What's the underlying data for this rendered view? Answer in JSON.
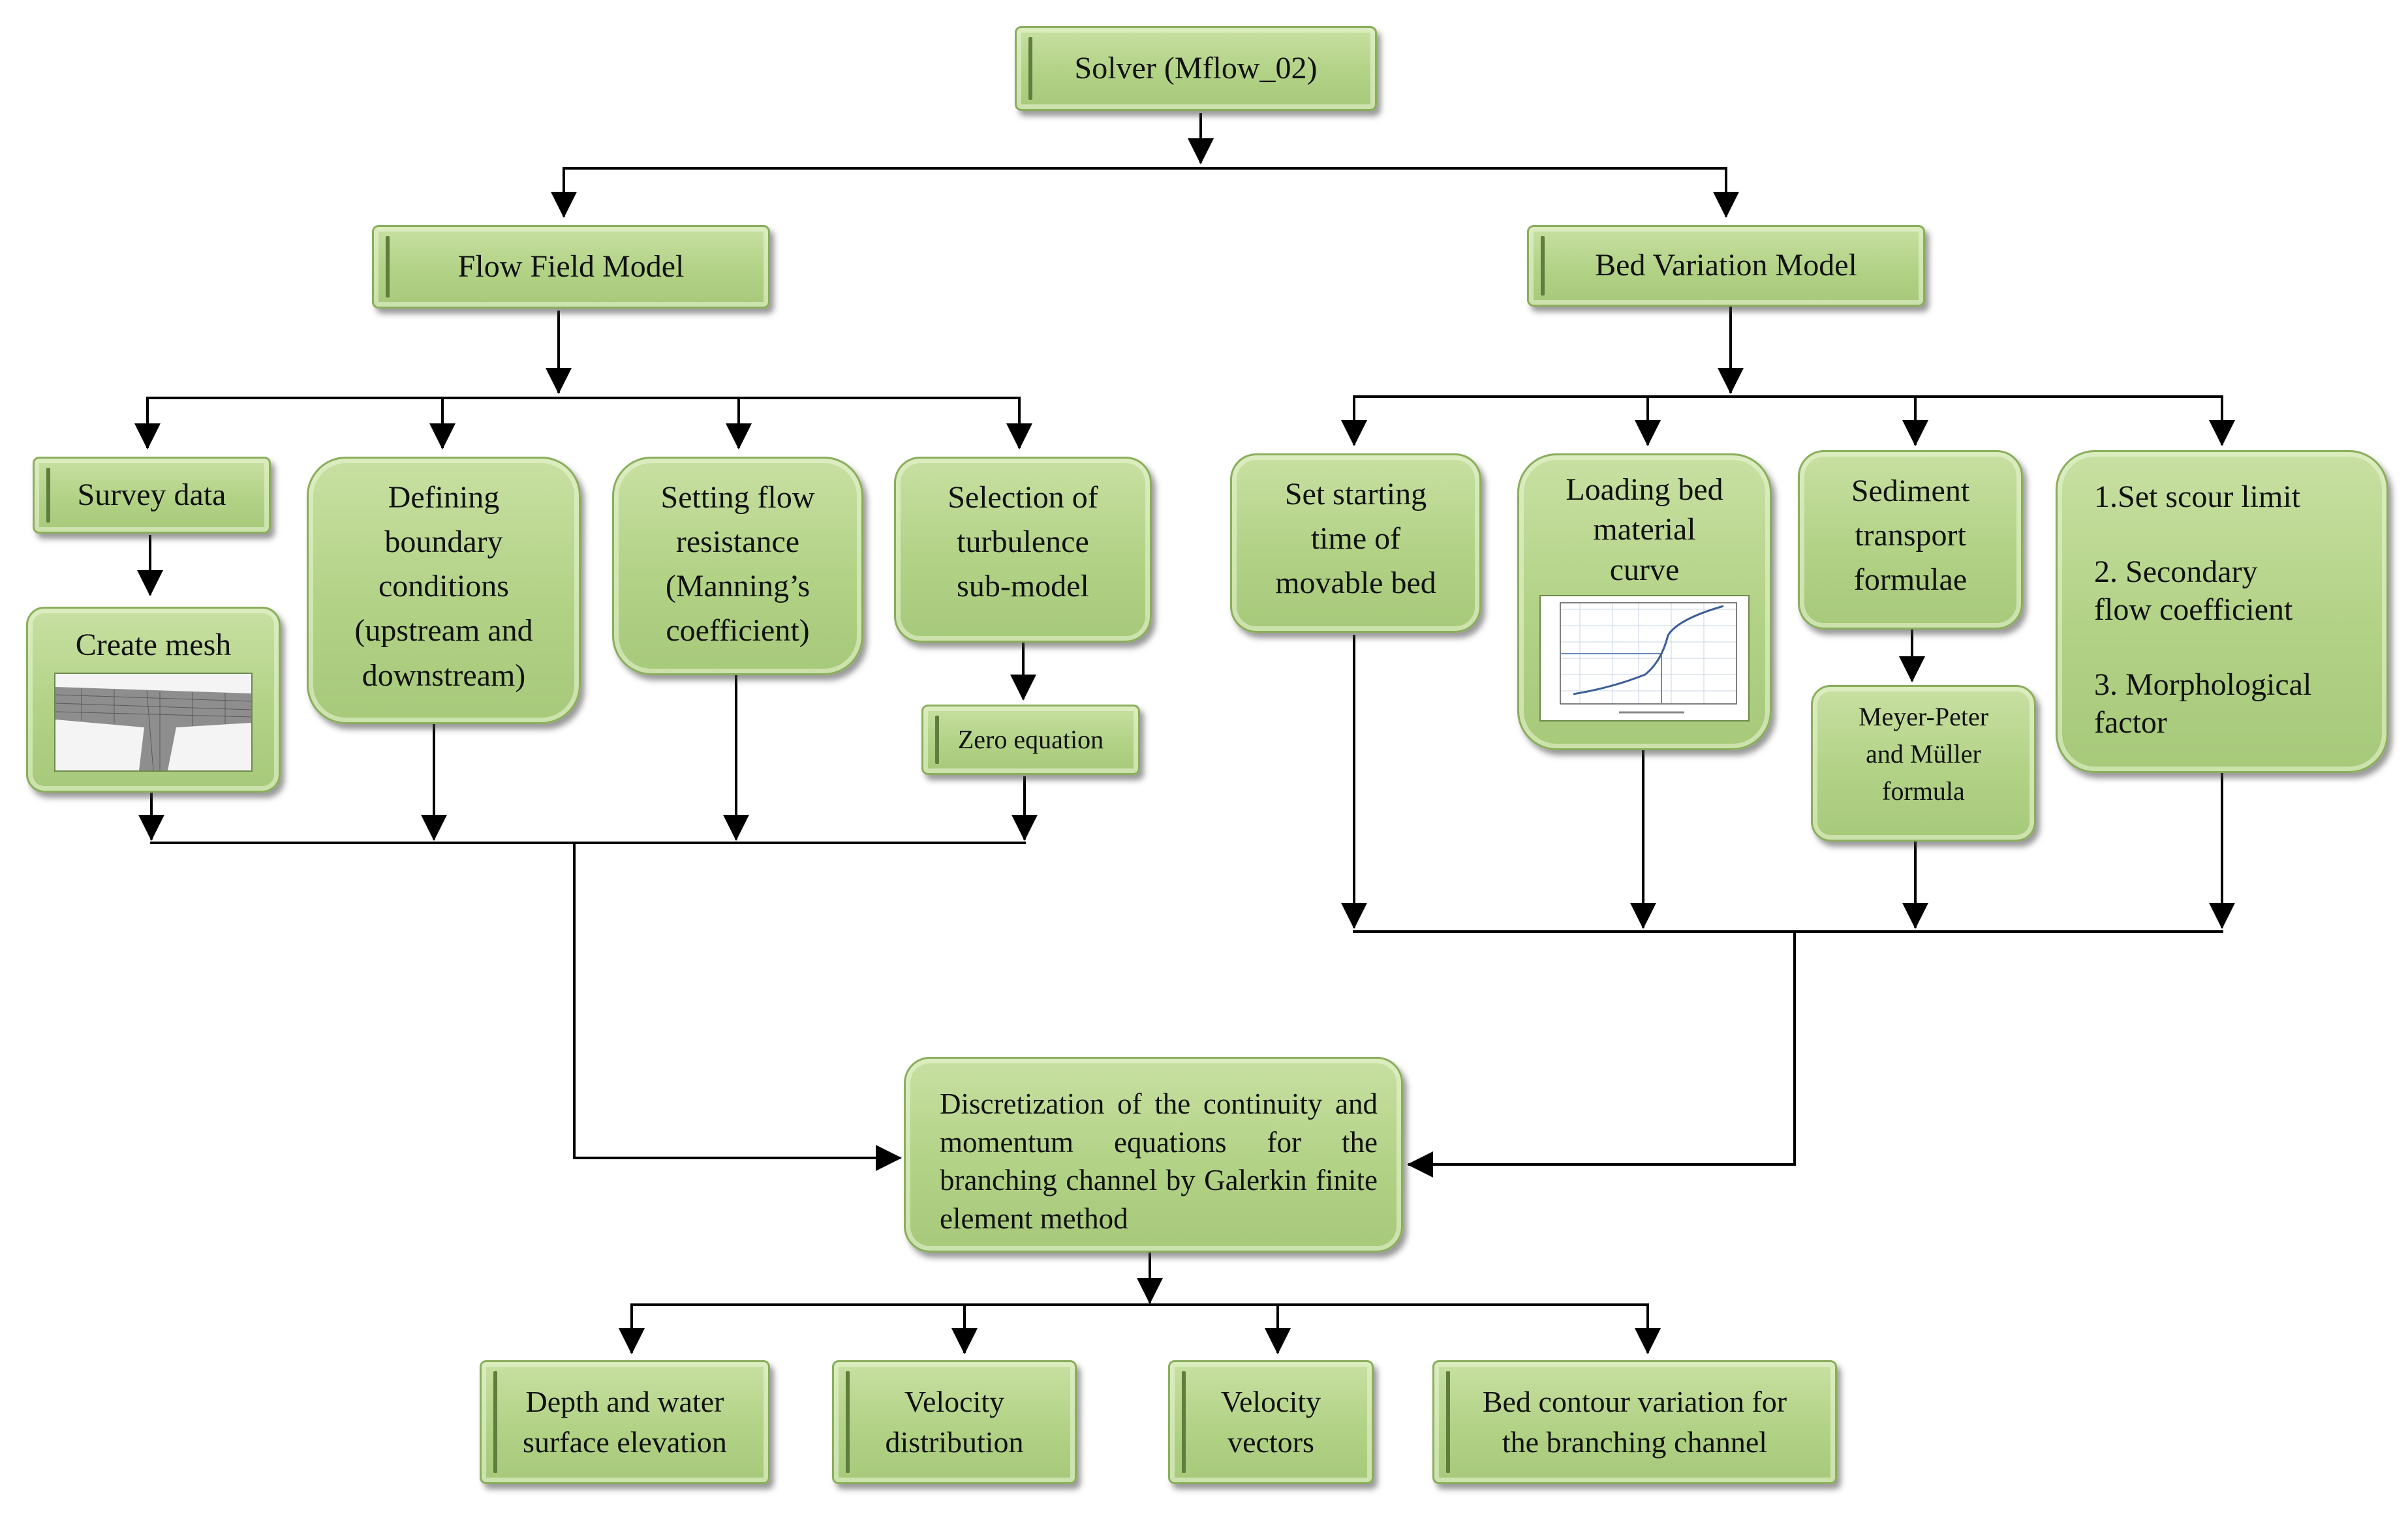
{
  "solver": {
    "label": "Solver (Mflow_02)"
  },
  "flow_model": {
    "title": "Flow Field Model",
    "items": [
      {
        "label": "Survey data"
      },
      {
        "label": "Defining\nboundary\nconditions\n(upstream and\ndownstream)"
      },
      {
        "label": "Setting flow\nresistance\n(Manning’s\ncoefficient)"
      },
      {
        "label": "Selection of\nturbulence\nsub-model"
      }
    ],
    "create_mesh": "Create mesh",
    "zero_equation": "Zero equation"
  },
  "bed_model": {
    "title": "Bed Variation Model",
    "items": [
      {
        "label": "Set starting\ntime of\nmovable bed"
      },
      {
        "label": "Loading bed\nmaterial\ncurve"
      },
      {
        "label": "Sediment\ntransport\nformulae"
      },
      {
        "label": "1.Set scour limit\n\n2. Secondary\nflow coefficient\n\n3. Morphological\nfactor"
      }
    ],
    "meyer_peter": "Meyer-Peter\nand Müller\nformula"
  },
  "discretization": {
    "label": "Discretization of the continuity and momentum equations for the branching channel by Galerkin finite element method"
  },
  "outputs": [
    {
      "label": "Depth and water\nsurface elevation"
    },
    {
      "label": "Velocity\ndistribution"
    },
    {
      "label": "Velocity\nvectors"
    },
    {
      "label": "Bed contour variation for\nthe branching channel"
    }
  ],
  "colors": {
    "box_fill": "#b2d286",
    "box_border": "#8aae5b",
    "arrow": "#000000"
  },
  "icons": {
    "mesh_preview": "mesh-image",
    "curve_preview": "grain-size-curve-image"
  }
}
